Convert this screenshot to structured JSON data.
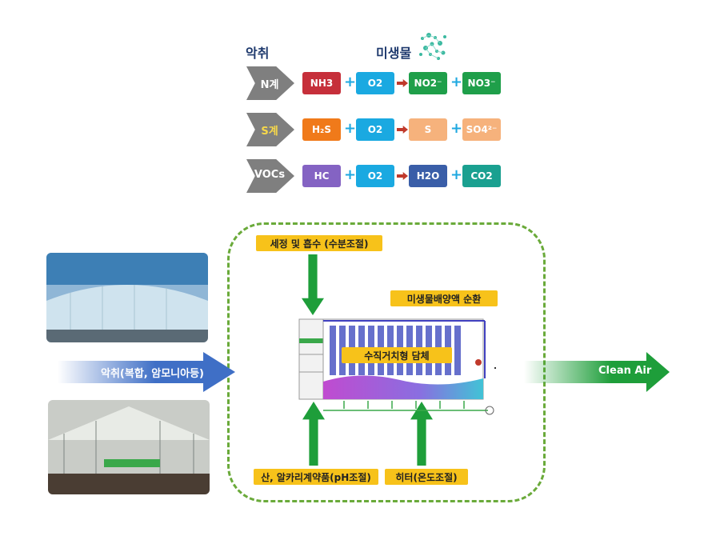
{
  "headers": {
    "odor": "악취",
    "microbe": "미생물"
  },
  "rows": [
    {
      "category": "N계",
      "category_color": "#ffffff",
      "items": [
        {
          "t": "NH3",
          "color": "#c62f3a"
        },
        {
          "t": "O2",
          "color": "#1aa9e1"
        },
        {
          "t": "NO2⁻",
          "color": "#1f9f4a"
        },
        {
          "t": "NO3⁻",
          "color": "#1f9f4a"
        }
      ]
    },
    {
      "category": "S계",
      "category_color": "#f7d84a",
      "items": [
        {
          "t": "H₂S",
          "color": "#f07a1a"
        },
        {
          "t": "O2",
          "color": "#1aa9e1"
        },
        {
          "t": "S",
          "color": "#f6b27c"
        },
        {
          "t": "SO4²⁻",
          "color": "#f6b27c"
        }
      ]
    },
    {
      "category": "VOCs",
      "category_color": "#ffffff",
      "items": [
        {
          "t": "HC",
          "color": "#8463c3"
        },
        {
          "t": "O2",
          "color": "#1aa9e1"
        },
        {
          "t": "H2O",
          "color": "#3a5ea8"
        },
        {
          "t": "CO2",
          "color": "#1aa090"
        }
      ]
    }
  ],
  "labels": {
    "wash": "세정 및 흡수 (수분조절)",
    "circulation": "미생물배양액 순환",
    "media": "수직거치형 담체",
    "chem": "산, 알카리계약품(pH조절)",
    "heater": "히터(온도조절)",
    "inlet": "악취(복합, 암모니아등)",
    "outlet": "Clean Air"
  },
  "colors": {
    "dashed_border": "#6aaa3a",
    "green_arrow": "#1e9e3a",
    "yellow_label": "#f7c21a",
    "inlet_arrow": "#3f6fc6"
  }
}
